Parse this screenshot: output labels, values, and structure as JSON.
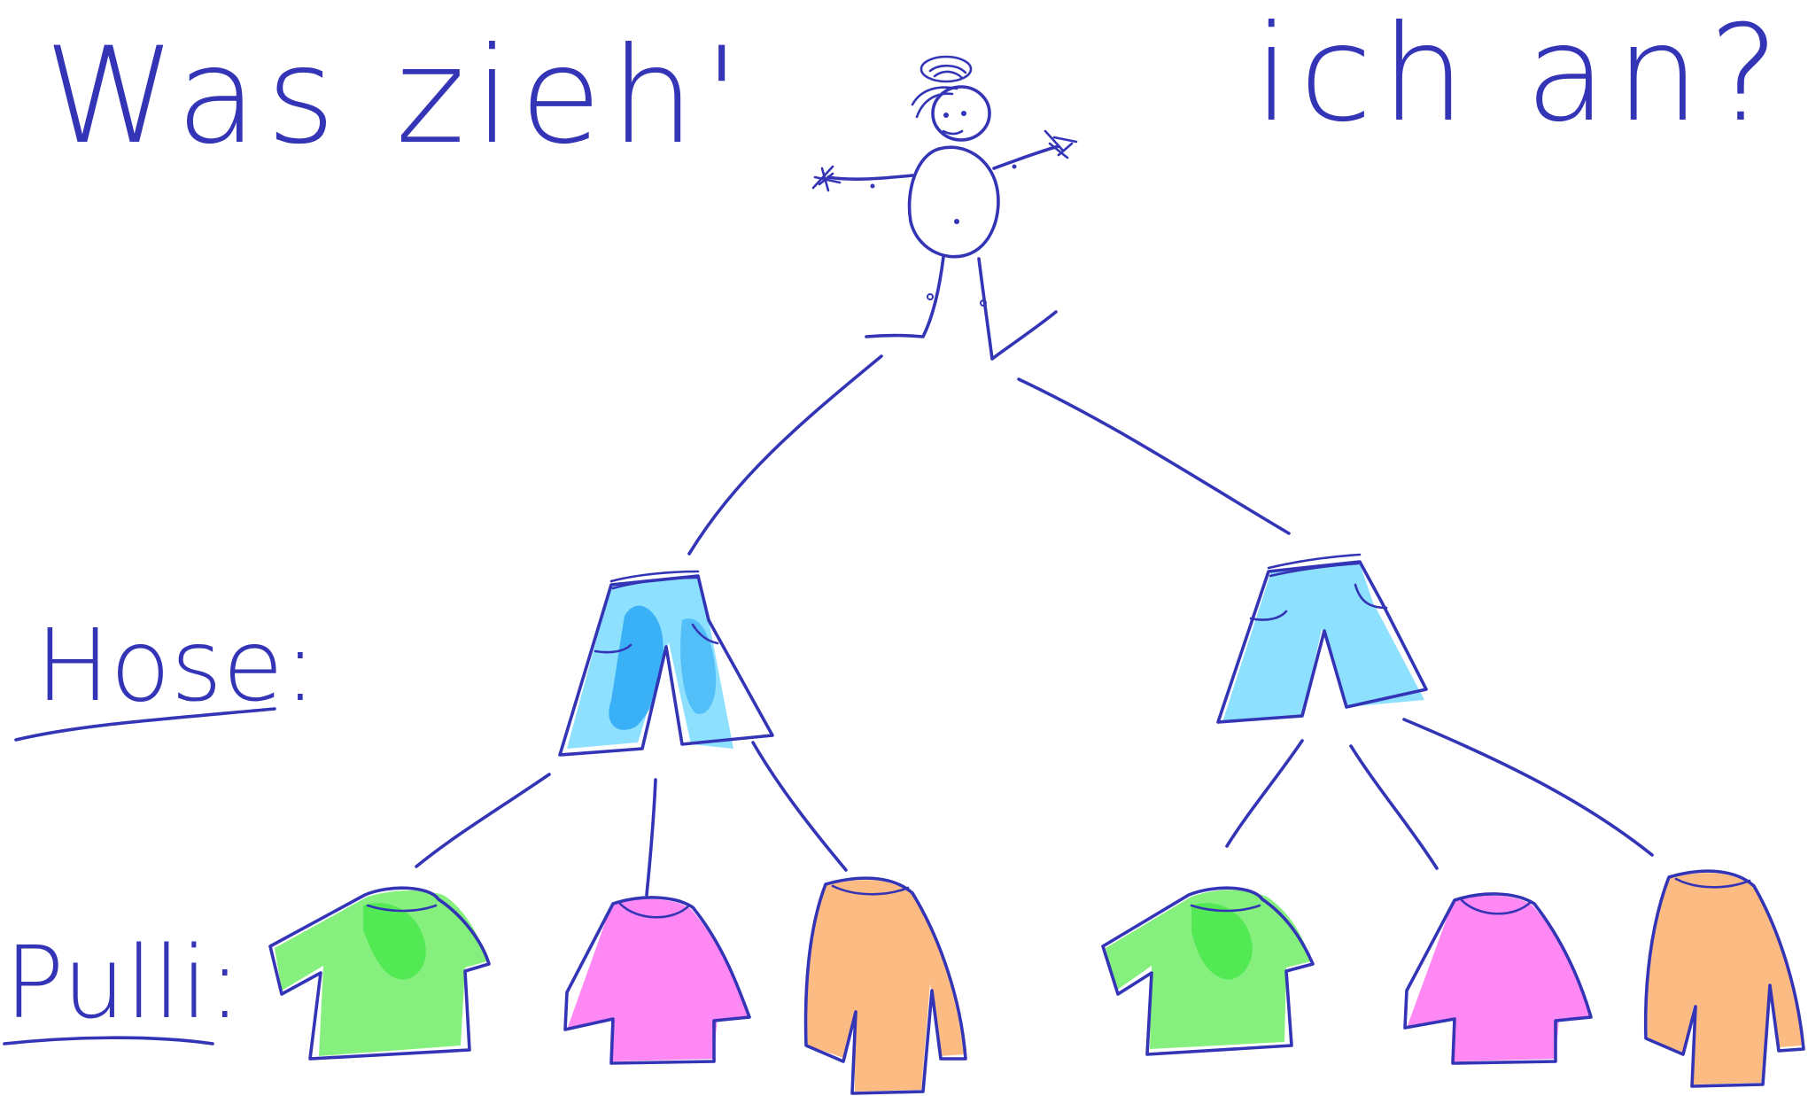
{
  "title_left": "Was zieh'",
  "title_right": "ich an?",
  "row_labels": {
    "pants": "Hose:",
    "sweaters": "Pulli:"
  },
  "colors": {
    "ink": "#3334b6",
    "pants_light": "#8ee0ff",
    "pants_dark": "#2ba8f5",
    "sweater_green": "#86f07e",
    "sweater_green_dark": "#4ae84c",
    "sweater_pink": "#ff88f4",
    "sweater_orange": "#fdbb84"
  },
  "tree": {
    "root": "person",
    "pants": [
      "patterned-pants",
      "plain-pants"
    ],
    "sweaters_per_pants": [
      "green-sweater",
      "pink-sweater",
      "orange-sweater"
    ]
  }
}
